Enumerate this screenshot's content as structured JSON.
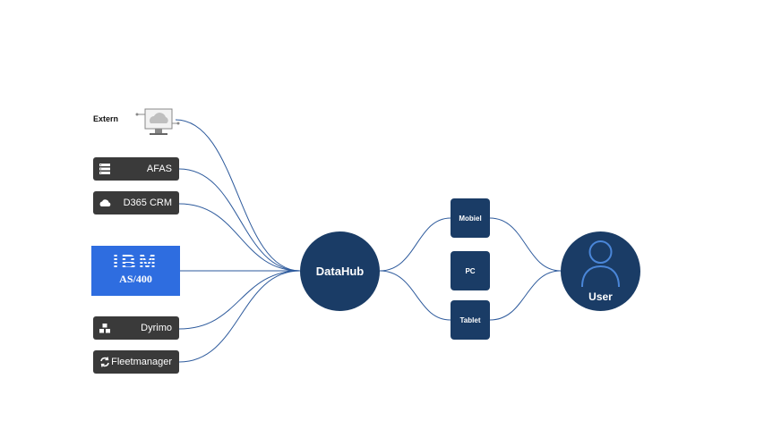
{
  "extern": {
    "label": "Extern",
    "icon": "cloud-computer-icon"
  },
  "sources": [
    {
      "label": "AFAS",
      "icon": "server-list-icon"
    },
    {
      "label": "D365 CRM",
      "icon": "cloud-icon"
    },
    {
      "label": "Dyrimo",
      "icon": "boxes-icon"
    },
    {
      "label": "Fleetmanager",
      "icon": "sync-arrows-icon"
    }
  ],
  "ibm": {
    "logo": "IBM",
    "model": "AS/400",
    "color": "#2e6de0"
  },
  "hub": {
    "label": "DataHub",
    "color": "#1a3c66"
  },
  "devices": [
    {
      "label": "Mobiel"
    },
    {
      "label": "PC"
    },
    {
      "label": "Tablet"
    }
  ],
  "user": {
    "label": "User",
    "icon": "user-outline-icon"
  },
  "colors": {
    "link": "#2d5a9c",
    "source_bg": "#3a3a3a",
    "node": "#1a3c66"
  }
}
